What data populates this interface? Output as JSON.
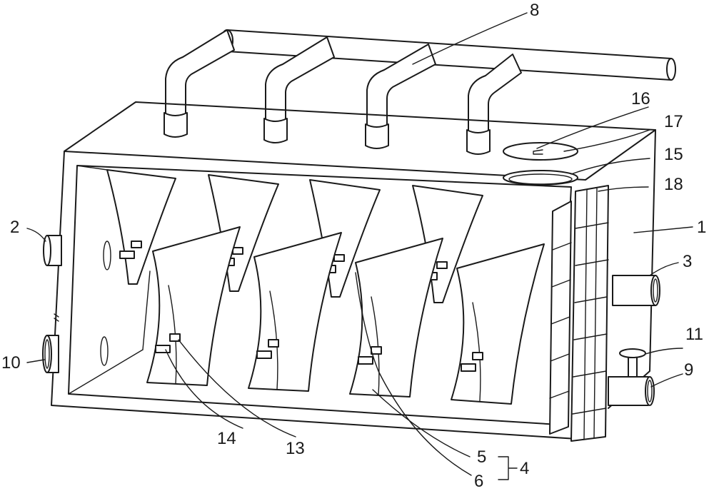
{
  "figure": {
    "labels": {
      "l1": "1",
      "l2": "2",
      "l3": "3",
      "l4": "4",
      "l5": "5",
      "l6": "6",
      "l8": "8",
      "l9": "9",
      "l10": "10",
      "l11": "11",
      "l13": "13",
      "l14": "14",
      "l15": "15",
      "l16": "16",
      "l17": "17",
      "l18": "18"
    },
    "components": {
      "housing": "housing",
      "inlet_left": "inlet pipe",
      "outlet_right": "outlet pipe",
      "manifold": "exhaust manifold",
      "drain": "drain pipe",
      "valve": "valve",
      "frame": "filter frame",
      "hatch": "access hatch with cover"
    },
    "colors": {
      "line": "#1a1a1a",
      "background": "#ffffff"
    }
  }
}
